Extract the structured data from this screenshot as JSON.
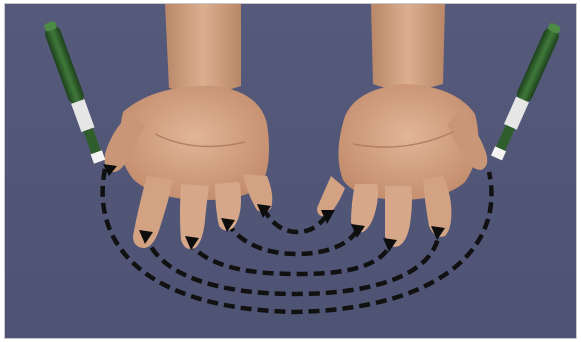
{
  "scene": {
    "subject": "two-hands-palms-up",
    "background_color": "#545a7a",
    "skin_color": "#d9a98a",
    "skin_shadow_color": "#b78467",
    "handle_color": "#2f5e2c",
    "handle_ring_color": "#ffffff",
    "path_color": "#111111",
    "icons": [
      "left-wand",
      "right-wand",
      "left-hand",
      "right-hand",
      "dashed-path",
      "arrowhead"
    ]
  }
}
